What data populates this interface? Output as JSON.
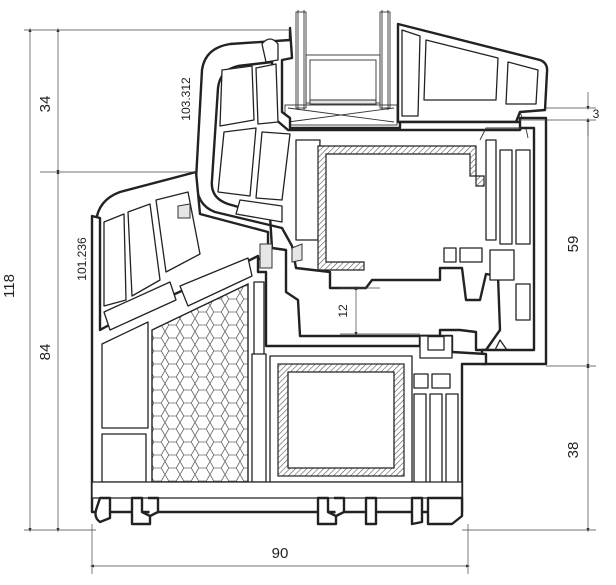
{
  "dimensions": {
    "overall_height": "118",
    "sash_top_height": "34",
    "frame_lower_height": "84",
    "right_sash_height": "59",
    "right_lower_height": "38",
    "right_gap": "3",
    "rebate": "12",
    "overall_depth": "90",
    "sash_offset_upper": "103.312",
    "sash_offset_lower": "101.236"
  },
  "colors": {
    "line": "#222222",
    "gasket": "#e6e6e6",
    "foam": "#ffffff"
  }
}
